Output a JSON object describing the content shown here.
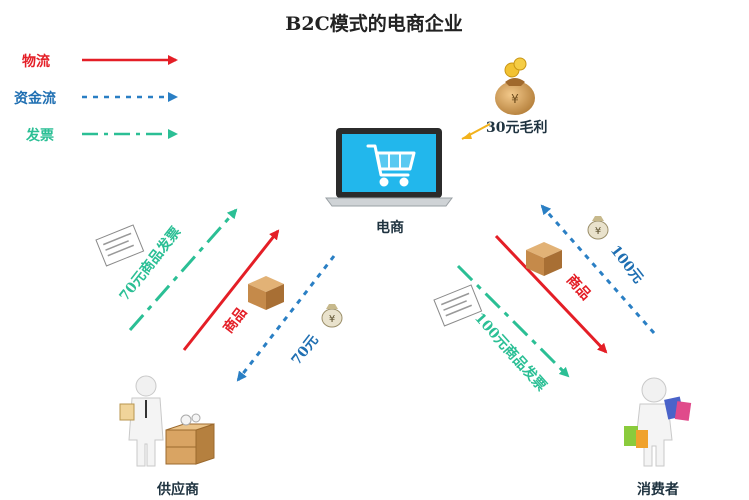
{
  "title": "B2C模式的电商企业",
  "legend": [
    {
      "label": "物流",
      "color": "#e41e26"
    },
    {
      "label": "资金流",
      "color": "#1f6fb2"
    },
    {
      "label": "发票",
      "color": "#2bbf95"
    }
  ],
  "nodes": {
    "center": "电商",
    "supplier": "供应商",
    "consumer": "消费者"
  },
  "profit_label": "30元毛利",
  "flows": {
    "invoice_supplier": "70元商品发票",
    "goods_supplier": "商品",
    "money_supplier": "70元",
    "invoice_consumer": "100元商品发票",
    "goods_consumer": "商品",
    "money_consumer": "100元"
  }
}
